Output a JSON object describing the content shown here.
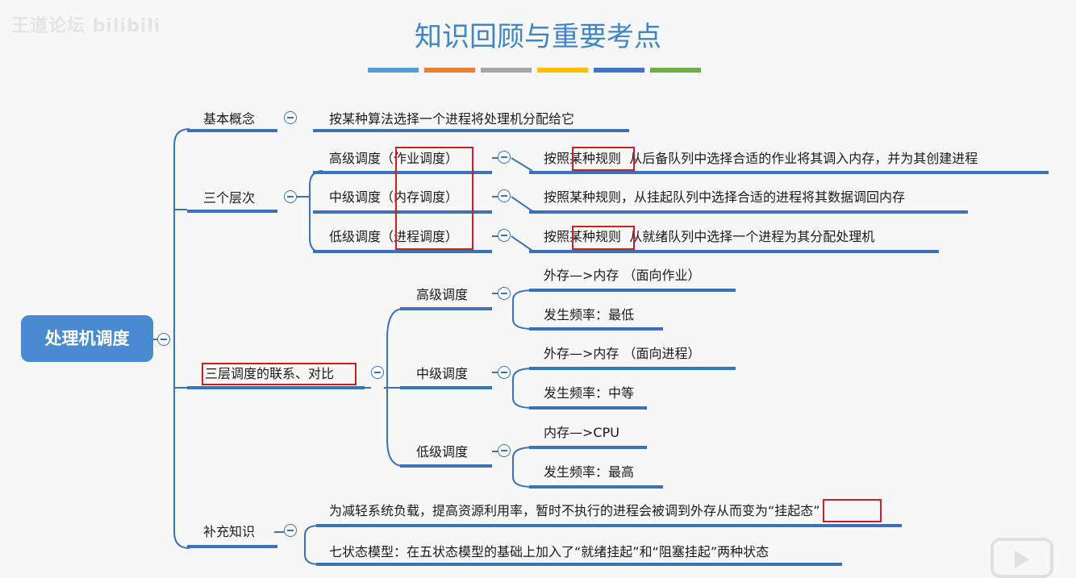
{
  "watermark": "王道论坛 bilibili",
  "title": "知识回顾与重要考点",
  "color_bars": [
    "#5b9bd5",
    "#ed7d31",
    "#a5a5a5",
    "#ffc000",
    "#4472c4",
    "#70ad47"
  ],
  "root": "处理机调度",
  "basic": {
    "label": "基本概念",
    "desc": "按某种算法选择一个进程将处理机分配给它"
  },
  "levels": {
    "label": "三个层次",
    "high": {
      "label": "高级调度",
      "paren": "（作业调度）",
      "desc_prefix": "按照",
      "desc_key": "某种规则",
      "desc_rest": "从后备队列中选择合适的作业将其调入内存，并为其创建进程"
    },
    "mid": {
      "label": "中级调度",
      "paren": "（内存调度）",
      "desc": "按照某种规则，从挂起队列中选择合适的进程将其数据调回内存"
    },
    "low": {
      "label": "低级调度",
      "paren": "（进程调度）",
      "desc_prefix": "按照",
      "desc_key": "某种规则",
      "desc_rest": "从就绪队列中选择一个进程为其分配处理机"
    }
  },
  "compare": {
    "label": "三层调度的联系、对比",
    "high": {
      "label": "高级调度",
      "a": "外存—>内存 （面向作业）",
      "b": "发生频率：最低"
    },
    "mid": {
      "label": "中级调度",
      "a": "外存—>内存 （面向进程）",
      "b": "发生频率：中等"
    },
    "low": {
      "label": "低级调度",
      "a": "内存—>CPU",
      "b": "发生频率：最高"
    }
  },
  "extra": {
    "label": "补充知识",
    "a_prefix": "为减轻系统负载，提高资源利用率，暂时不执行的进程会被调到外存从而变为",
    "a_key": "“挂起态”",
    "b": "七状态模型：在五状态模型的基础上加入了“就绪挂起”和“阻塞挂起”两种状态"
  }
}
